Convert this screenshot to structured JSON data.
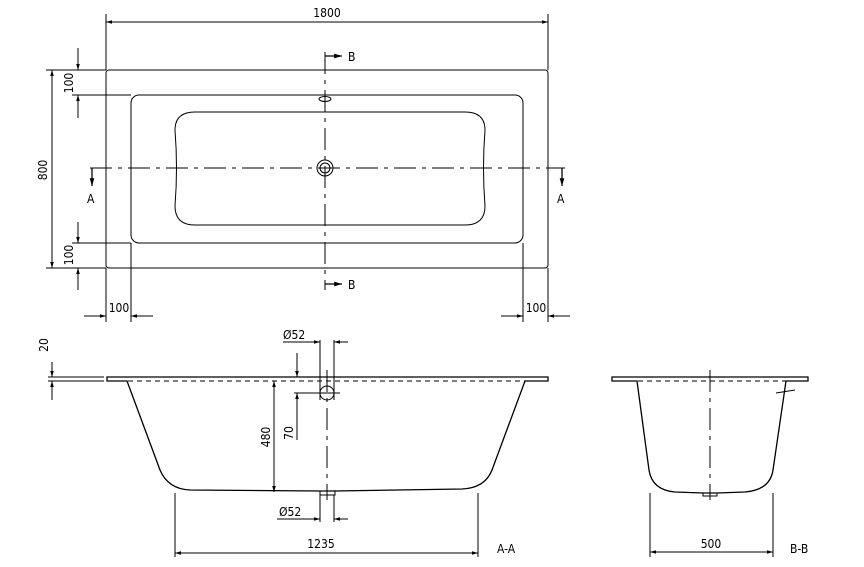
{
  "plan_view": {
    "overall_length": "1800",
    "overall_width": "800",
    "rim_top": "100",
    "rim_bottom": "100",
    "rim_left": "100",
    "rim_right": "100",
    "section_a_left": "A",
    "section_a_right": "A",
    "section_b_top": "B",
    "section_b_bottom": "B"
  },
  "section_aa": {
    "label": "A-A",
    "rim_thickness": "20",
    "overflow_diameter": "Ø52",
    "waste_diameter": "Ø52",
    "depth": "480",
    "overflow_offset": "70",
    "bottom_length": "1235"
  },
  "section_bb": {
    "label": "B-B",
    "bottom_width": "500"
  }
}
